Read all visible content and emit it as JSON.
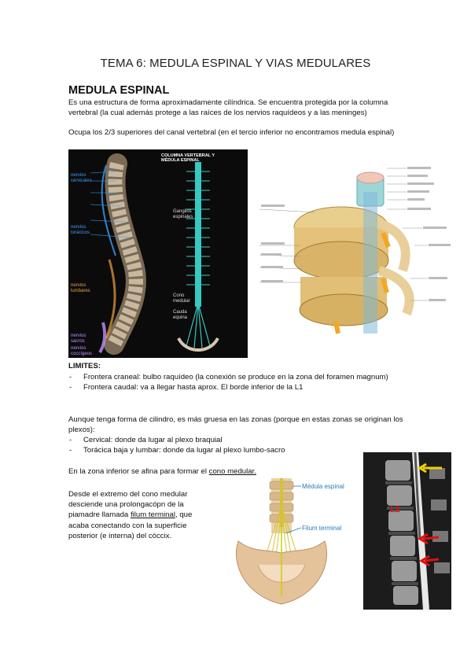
{
  "page": {
    "title": "TEMA 6: MEDULA ESPINAL Y VIAS MEDULARES",
    "section_heading": "MEDULA ESPINAL",
    "intro": "Es una estructura de forma aproximadamente cilíndrica. Se encuentra protegida por la columna vertebral (la cual además protege a las raíces de los nervios raquídeos y a las meninges)",
    "location": "Ocupa los 2/3 superiores del canal vertebral (en el tercio inferior no encontramos medula espinal)",
    "limits_heading": "LIMITES:",
    "limits": [
      "Frontera craneal: bulbo raquídeo (la conexión se produce en la zona del foramen magnum)",
      "Frontera caudal: va a llegar hasta aprox. El borde inferior de la L1"
    ],
    "thickness": "Aunque tenga forma de cilindro, es más gruesa en las zonas (porque en estas zonas se originan los plexos):",
    "plexus": [
      "Cervical: donde da lugar al plexo braquial",
      "Torácica baja y lumbar: donde da lugar al plexo lumbo-sacro"
    ],
    "cone_prefix": "En la zona inferior se afina para formar el ",
    "cone_link": "cono medular.",
    "filum_a": "Desde el extremo del cono medular desciende una prolongacópn de la piamadre llamada ",
    "filum_link": "filum terminal",
    "filum_b": ", que acaba conectando con la superficie posterior (e interna) del cóccix."
  },
  "figure1": {
    "title_line1": "COLUMNA VERTEBRAL Y",
    "title_line2": "MÉDULA ESPINAL",
    "labels": {
      "cervical": [
        "nervios",
        "cervicales"
      ],
      "toracic": [
        "nervios",
        "torácicos"
      ],
      "lumbar": [
        "nervios",
        "lumbares"
      ],
      "sacral": [
        "nervios",
        "sacros"
      ],
      "coccygeal": [
        "nervios",
        "coccígeos"
      ],
      "ganglia": [
        "Ganglios",
        "espinales"
      ],
      "cone": [
        "Cono",
        "medular"
      ],
      "cauda": [
        "Cauda",
        "equina"
      ]
    }
  },
  "figure3": {
    "label_spinal": "Médula espinal",
    "label_filum": "Filum terminal"
  },
  "figure4": {
    "label_l2": "L2"
  },
  "colors": {
    "figure1_background": "#0b0b0b",
    "spinal_cord": "#38c8c0",
    "cervical_label": "#3aa0ff",
    "lumbar_label": "#f0a040",
    "sacral_label": "#c090ff",
    "mri_arrow_red": "#e01010",
    "mri_arrow_yellow": "#f0d000"
  }
}
